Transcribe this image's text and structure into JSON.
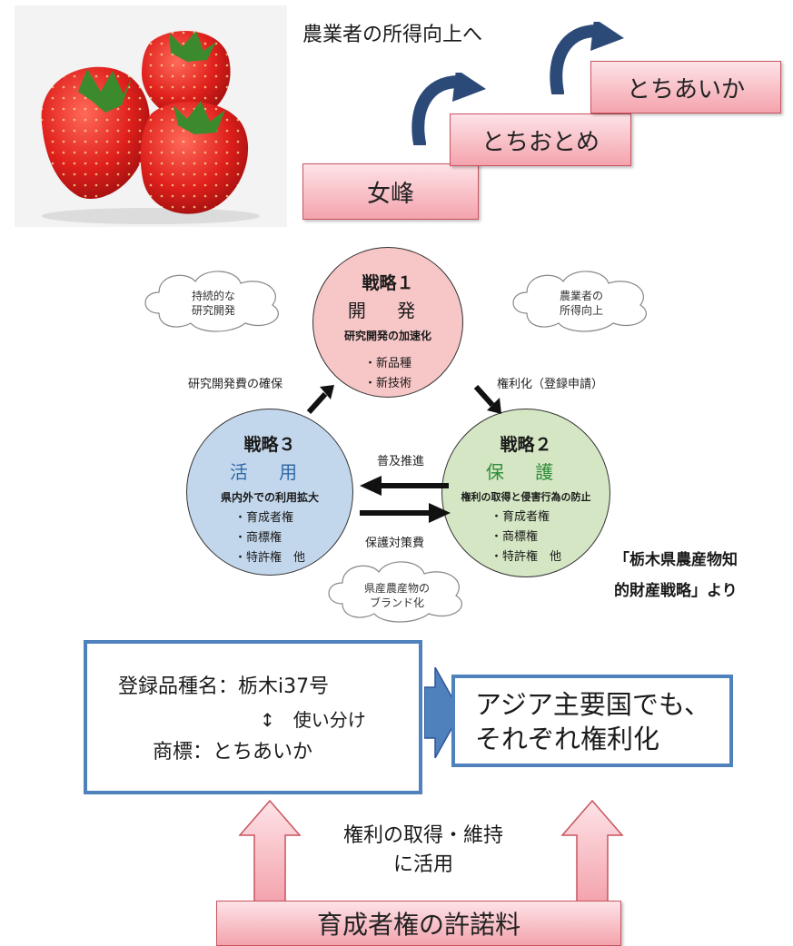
{
  "top": {
    "caption": "農業者の所得向上へ",
    "varieties": [
      "女峰",
      "とちおとめ",
      "とちあいか"
    ]
  },
  "strategy": {
    "s1": {
      "title": "戦略１",
      "subtitle": "開 発",
      "desc": "研究開発の加速化",
      "items": [
        "・新品種",
        "・新技術"
      ]
    },
    "s2": {
      "title": "戦略２",
      "subtitle": "保 護",
      "desc": "権利の取得と侵害行為の防止",
      "items": [
        "・育成者権",
        "・商標権",
        "・特許権　他"
      ]
    },
    "s3": {
      "title": "戦略３",
      "subtitle": "活 用",
      "desc": "県内外での利用拡大",
      "items": [
        "・育成者権",
        "・商標権",
        "・特許権　他"
      ]
    },
    "clouds": {
      "left": [
        "持続的な",
        "研究開発"
      ],
      "right": [
        "農業者の",
        "所得向上"
      ],
      "bottom": [
        "県産農産物の",
        "ブランド化"
      ]
    },
    "labels": {
      "research_fund": "研究開発費の確保",
      "rights": "権利化（登録申請）",
      "spread": "普及推進",
      "protection_cost": "保護対策費"
    },
    "source": [
      "「栃木県農産物知",
      "的財産戦略」より"
    ]
  },
  "bottom": {
    "registration": [
      "登録品種名：栃木i37号",
      "↕　使い分け",
      "商標：とちあいか"
    ],
    "asia": [
      "アジア主要国でも、",
      "それぞれ権利化"
    ],
    "usage": [
      "権利の取得・維持",
      "に活用"
    ],
    "license": "育成者権の許諾料"
  },
  "colors": {
    "pink_fill": "#f4a3ad",
    "blue_border": "#4f81bd",
    "strategy1": "#f7c6c7",
    "strategy2": "#d4e6c3",
    "strategy3": "#c3d7ec",
    "green_text": "#2e8b3a",
    "blue_text": "#2f6aa8"
  }
}
